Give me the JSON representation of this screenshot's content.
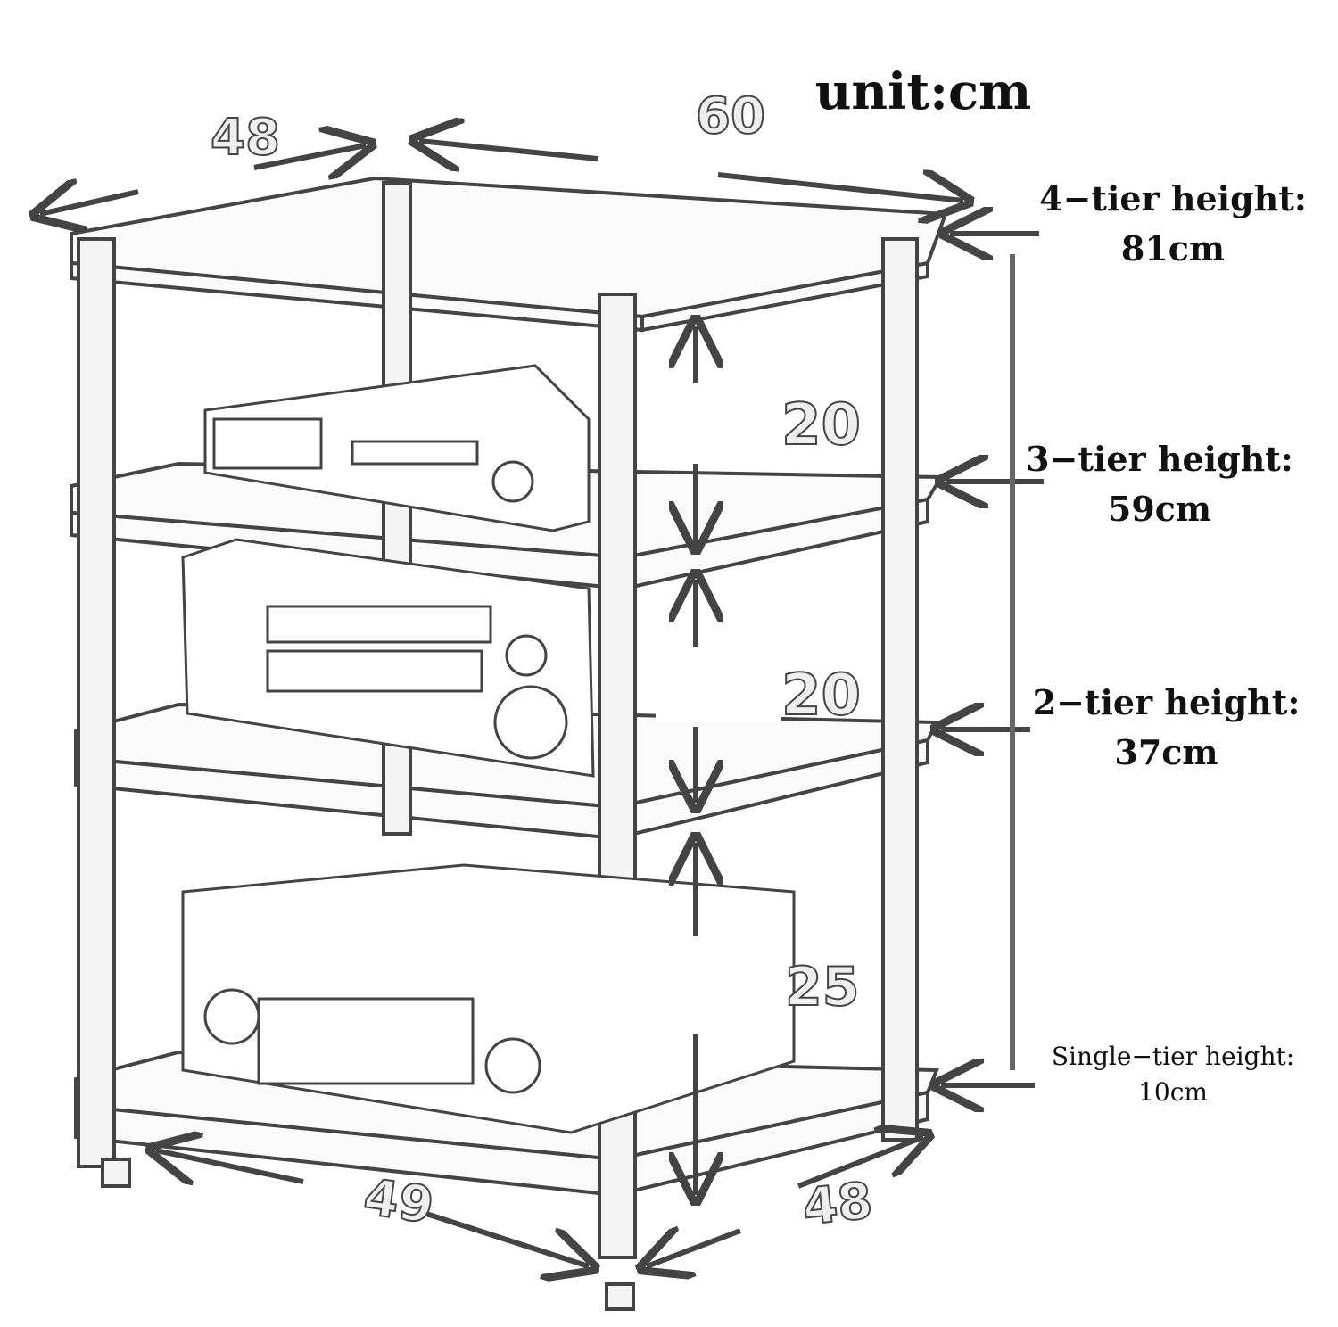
{
  "unit": "unit:cm",
  "dimensions": {
    "top_depth": "48",
    "top_width": "60",
    "gap_top": "20",
    "gap_middle": "20",
    "gap_bottom": "25",
    "bottom_width": "49",
    "bottom_depth": "48"
  },
  "tier_heights": [
    {
      "label": "4−tier height:",
      "value": "81cm"
    },
    {
      "label": "3−tier height:",
      "value": "59cm"
    },
    {
      "label": "2−tier height:",
      "value": "37cm"
    },
    {
      "label": "Single−tier height:",
      "value": "10cm"
    }
  ]
}
